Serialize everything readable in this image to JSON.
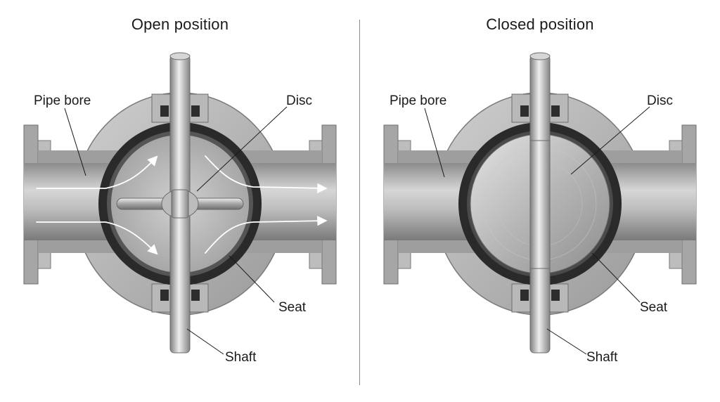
{
  "panels": [
    {
      "title": "Open position",
      "state": "open",
      "labels": {
        "pipe_bore": "Pipe bore",
        "disc": "Disc",
        "seat": "Seat",
        "shaft": "Shaft"
      }
    },
    {
      "title": "Closed position",
      "state": "closed",
      "labels": {
        "pipe_bore": "Pipe bore",
        "disc": "Disc",
        "seat": "Seat",
        "shaft": "Shaft"
      }
    }
  ],
  "colors": {
    "metal_light": "#d9d9d9",
    "metal_mid": "#a8a8a8",
    "metal_dark": "#6e6e6e",
    "seat": "#2a2a2a",
    "flow_arrow": "#ffffff",
    "divider": "#8a8a8a"
  }
}
